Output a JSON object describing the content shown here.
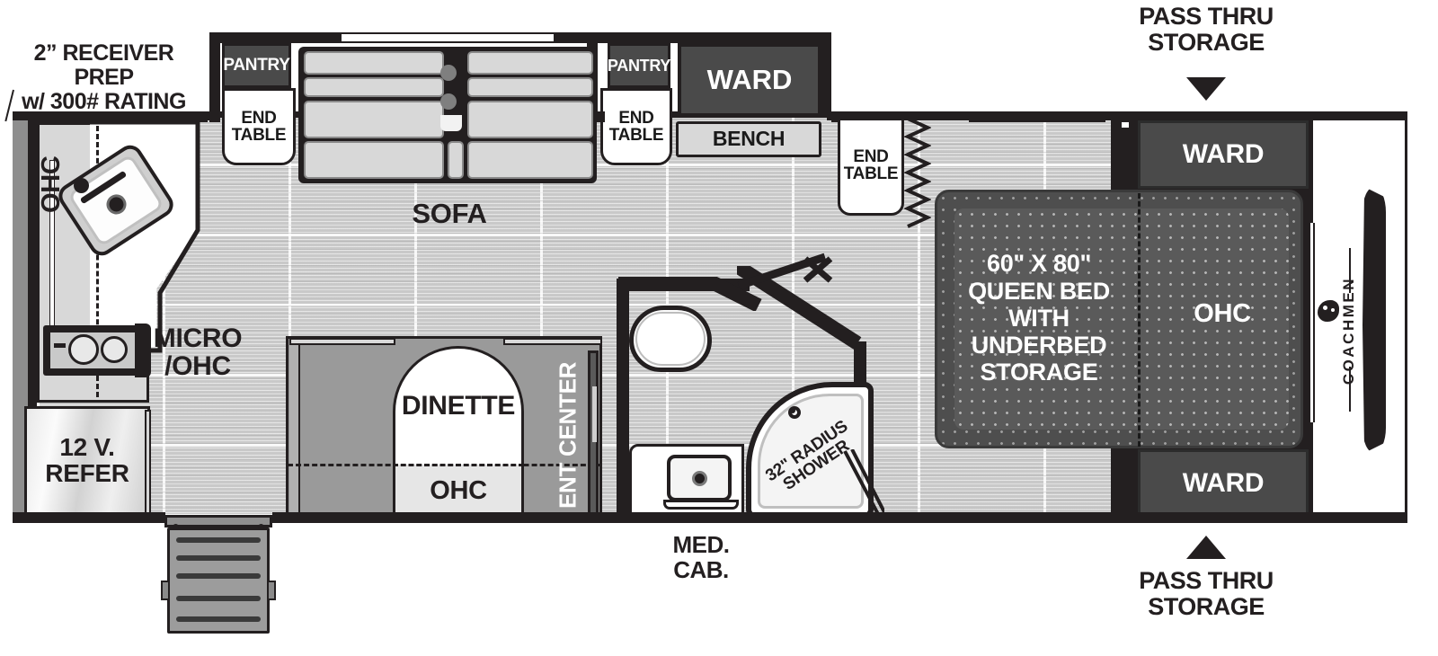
{
  "diagram": {
    "brand": "COACHMEN",
    "type": "rv-floorplan"
  },
  "callouts": {
    "receiver_line1": "2” RECEIVER PREP",
    "receiver_line2": "w/ 300# RATING",
    "pass_thru_top_line1": "PASS THRU",
    "pass_thru_top_line2": "STORAGE",
    "pass_thru_bottom_line1": "PASS THRU",
    "pass_thru_bottom_line2": "STORAGE",
    "med_cab_line1": "MED.",
    "med_cab_line2": "CAB."
  },
  "rooms": {
    "galley_ohc": "OHC",
    "micro_ohc_line1": "MICRO",
    "micro_ohc_line2": "/OHC",
    "refer_line1": "12 V.",
    "refer_line2": "REFER",
    "pantry_left": "PANTRY",
    "end_table_left": "END\nTABLE",
    "end_table_left_l1": "END",
    "end_table_left_l2": "TABLE",
    "sofa": "SOFA",
    "pantry_right": "PANTRY",
    "end_table_mid_l1": "END",
    "end_table_mid_l2": "TABLE",
    "ward_top_slide": "WARD",
    "bench": "BENCH",
    "end_table_bed_l1": "END",
    "end_table_bed_l2": "TABLE",
    "dinette": "DINETTE",
    "dinette_ohc": "OHC",
    "ent_center": "ENT CENTER",
    "shower": "32\" RADIUS SHOWER",
    "shower_l1": "32\" RADIUS",
    "shower_l2": "SHOWER",
    "ward_upper_right": "WARD",
    "ward_lower_right": "WARD",
    "bed_l1": "60\" X 80\"",
    "bed_l2": "QUEEN BED",
    "bed_l3": "WITH",
    "bed_l4": "UNDERBED",
    "bed_l5": "STORAGE",
    "bed_ohc": "OHC"
  },
  "colors": {
    "ink": "#231f20",
    "dark_fill": "#4a4a4a",
    "mid_fill": "#9a9a9a",
    "light_fill": "#d8d8d8",
    "floor": "#c9c9c9",
    "white": "#ffffff"
  },
  "icons": {
    "arrow_down": "pass-thru-down-arrow",
    "arrow_up": "pass-thru-up-arrow",
    "sink": "kitchen-sink-icon",
    "cooktop": "cooktop-burner-icon",
    "toilet": "toilet-icon",
    "lav_sink": "bathroom-sink-icon",
    "shower_drain": "shower-drain-icon",
    "entry_steps": "entry-steps-icon",
    "door_swing": "door-swing-icon",
    "accordion_door": "accordion-door-icon",
    "tv": "tv-icon",
    "logo": "coachmen-logo-icon"
  }
}
